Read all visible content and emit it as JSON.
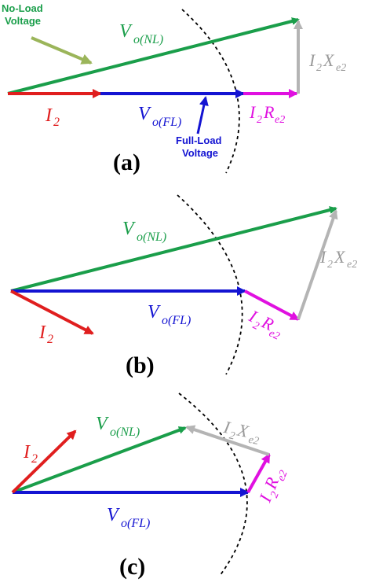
{
  "colors": {
    "green": "#1a9e4a",
    "blue": "#1414d2",
    "red": "#e01e1e",
    "magenta": "#e010e0",
    "gray": "#b4b4b4",
    "olive": "#9bb55a",
    "black": "#000000"
  },
  "annotations": {
    "no_load_line1": "No-Load",
    "no_load_line2": "Voltage",
    "full_load_line1": "Full-Load",
    "full_load_line2": "Voltage"
  },
  "labels": {
    "V": "V",
    "o_nl": "o(NL)",
    "o_fl": "o(FL)",
    "I": "I",
    "two": "2",
    "R": "R",
    "X": "X",
    "e2": "e2"
  },
  "panels": {
    "a": {
      "caption": "(a)"
    },
    "b": {
      "caption": "(b)"
    },
    "c": {
      "caption": "(c)"
    }
  }
}
